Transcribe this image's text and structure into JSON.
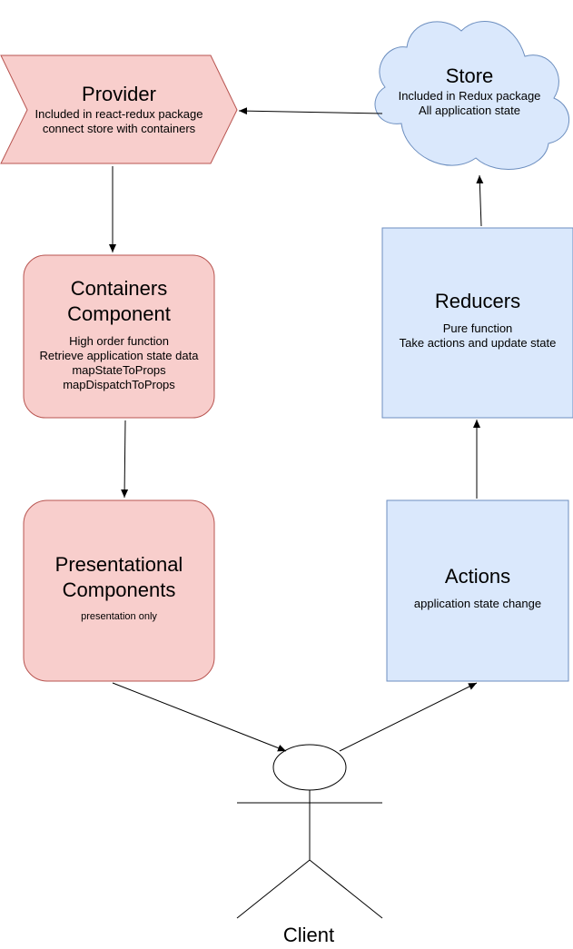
{
  "nodes": {
    "provider": {
      "title": "Provider",
      "lines": [
        "Included in react-redux package",
        "connect store with containers"
      ]
    },
    "store": {
      "title": "Store",
      "lines": [
        "Included in Redux package",
        "All application state"
      ]
    },
    "containers": {
      "title_line1": "Containers",
      "title_line2": "Component",
      "lines": [
        "High order function",
        "Retrieve application state data",
        "mapStateToProps",
        "mapDispatchToProps"
      ]
    },
    "reducers": {
      "title": "Reducers",
      "lines": [
        "Pure function",
        "Take actions and update state"
      ]
    },
    "presentational": {
      "title_line1": "Presentational",
      "title_line2": "Components",
      "lines": [
        "presentation only"
      ]
    },
    "actions": {
      "title": "Actions",
      "lines": [
        "application state change"
      ]
    },
    "client": {
      "title": "Client"
    }
  },
  "colors": {
    "red_fill": "#f8cecc",
    "red_stroke": "#b85450",
    "blue_fill": "#dae8fc",
    "blue_stroke": "#6c8ebf",
    "line": "#000000"
  }
}
